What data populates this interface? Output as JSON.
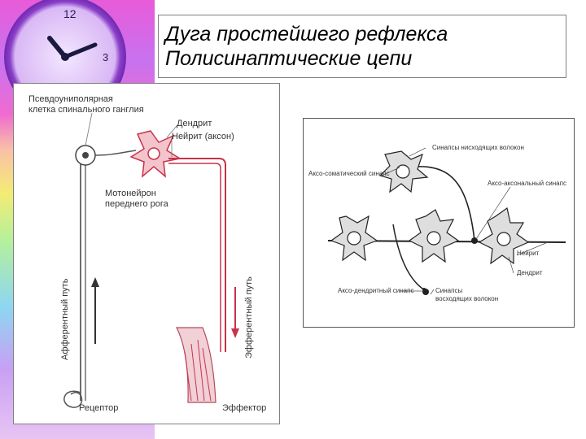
{
  "slide": {
    "title_line1": "Дуга простейшего рефлекса",
    "title_line2": "Полисинаптические цепи"
  },
  "left_diagram": {
    "label_pseudounipolar_1": "Псевдоуниполярная",
    "label_pseudounipolar_2": "клетка спинального ганглия",
    "label_dendrite": "Дендрит",
    "label_neurite": "Нейрит (аксон)",
    "label_motoneuron_1": "Мотонейрон",
    "label_motoneuron_2": "переднего рога",
    "label_afferent": "Афферентный путь",
    "label_efferent": "Эфферентный путь",
    "label_receptor": "Рецептор",
    "label_effector": "Эффектор",
    "colors": {
      "neuron": "#c8324a",
      "pathway": "#6e6e6e"
    }
  },
  "right_diagram": {
    "label_ascending_synapses": "Синапсы нисходящих волокон",
    "label_axosomatic": "Аксо-соматический синапс",
    "label_axoaxonal": "Аксо-аксональный синапс",
    "label_neurite": "Нейрит",
    "label_dendrite": "Дендрит",
    "label_axodendritic": "Аксо-дендритный синапс",
    "label_descending_1": "Синапсы",
    "label_descending_2": "восходящих волокон"
  }
}
